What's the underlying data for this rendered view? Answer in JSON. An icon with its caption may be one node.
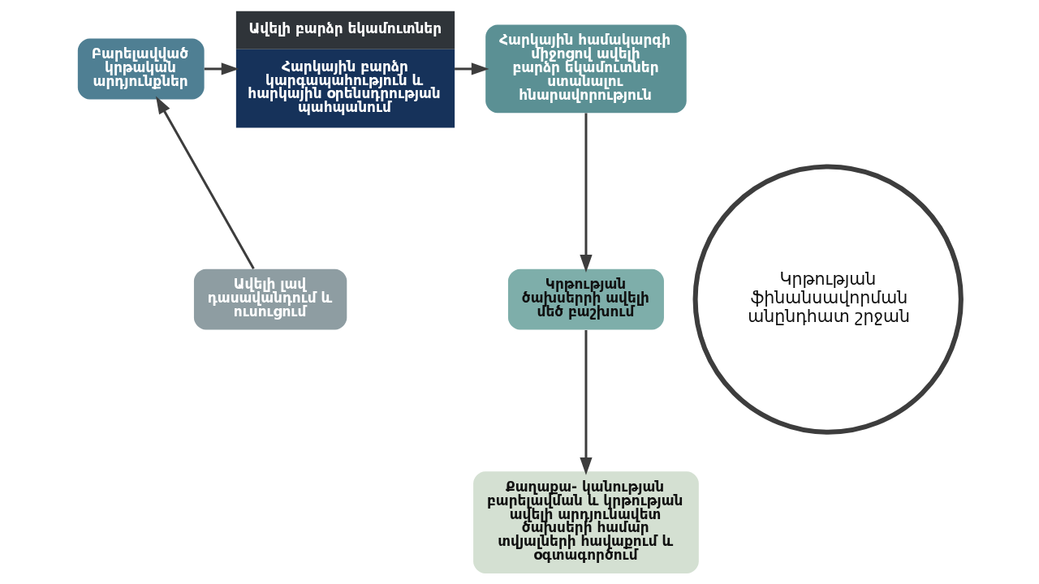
{
  "diagram": {
    "nodes": [
      {
        "text": [
          "Կրթության ֆինանսավորման անընդհատ շրջան"
        ]
      },
      {
        "text": [
          "Ավելի բարձր եկամուտներ",
          "Հարկային բարձր կարգապահություն և հարկային օրենսդրության պահպանում"
        ]
      },
      {
        "text": [
          "Հարկային համակարգի միջոցով ավելի բարձր եկամուտներ ստանալու հնարավորություն"
        ]
      },
      {
        "text": [
          "Կրթության ծախսերրի ավելի մեծ բաշխում"
        ]
      },
      {
        "text": [
          "Քաղաքա- կանության բարելավման և կրթության ավելի արդյունավետ ծախսերի համար տվյալների հավաքում և օգտագործում"
        ]
      },
      {
        "text": [
          "Ավելի լավ դասավանդում և ուսուցում"
        ]
      },
      {
        "text": [
          "Բարելավված կրթական արդյունքներ"
        ]
      }
    ],
    "edges": [
      {
        "from": 6,
        "to": 1,
        "arrow": "to"
      },
      {
        "from": 1,
        "to": 2,
        "arrow": "to"
      },
      {
        "from": 2,
        "to": 3,
        "arrow": "to"
      },
      {
        "from": 3,
        "to": 4,
        "arrow": "to"
      },
      {
        "from": 5,
        "to": 6,
        "arrow": "to"
      }
    ]
  }
}
